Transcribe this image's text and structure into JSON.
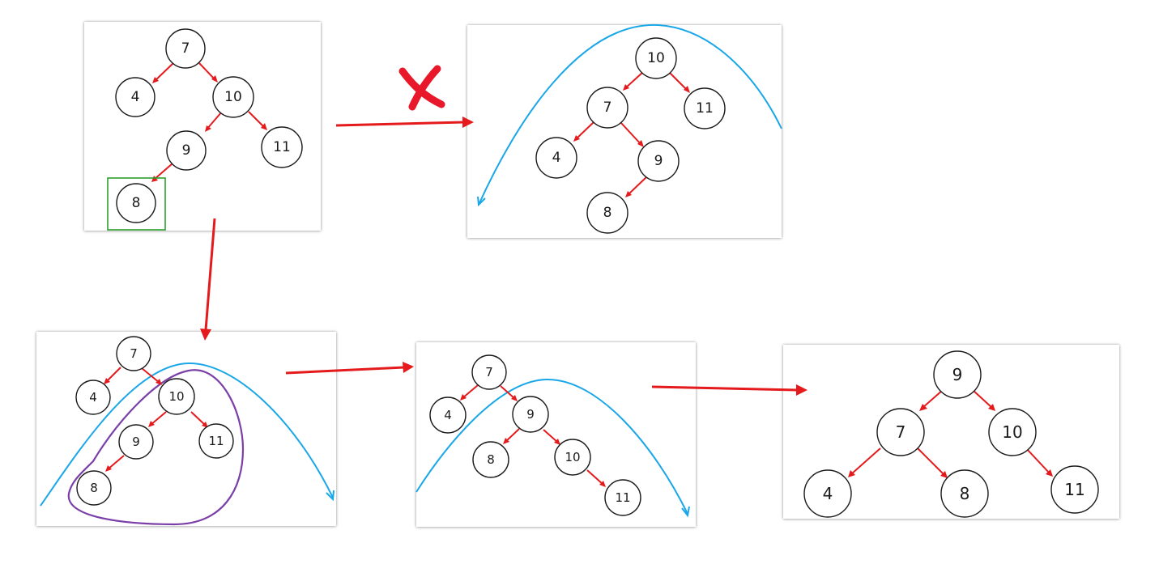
{
  "colors": {
    "edge": "#e41a1c",
    "rotation_curve": "#1aa7e8",
    "subtree_outline": "#7b3fa8",
    "highlight_box": "#2ca02c",
    "reject_mark": "#e8172a",
    "node_stroke": "#1a1a1a"
  },
  "panels": [
    {
      "id": "step-1-initial-tree",
      "nodes": [
        "7",
        "4",
        "10",
        "9",
        "11",
        "8"
      ],
      "edges": [
        [
          "7",
          "4"
        ],
        [
          "7",
          "10"
        ],
        [
          "10",
          "9"
        ],
        [
          "10",
          "11"
        ],
        [
          "9",
          "8"
        ]
      ],
      "highlighted_node": "8"
    },
    {
      "id": "rejected-single-rotation",
      "nodes": [
        "10",
        "7",
        "11",
        "4",
        "9",
        "8"
      ],
      "edges": [
        [
          "10",
          "7"
        ],
        [
          "10",
          "11"
        ],
        [
          "7",
          "4"
        ],
        [
          "7",
          "9"
        ],
        [
          "9",
          "8"
        ]
      ]
    },
    {
      "id": "step-2-subtree-right-rotation",
      "nodes": [
        "7",
        "4",
        "10",
        "9",
        "11",
        "8"
      ],
      "edges": [
        [
          "7",
          "4"
        ],
        [
          "7",
          "10"
        ],
        [
          "10",
          "9"
        ],
        [
          "10",
          "11"
        ],
        [
          "9",
          "8"
        ]
      ]
    },
    {
      "id": "step-3-left-rotation",
      "nodes": [
        "7",
        "4",
        "9",
        "8",
        "10",
        "11"
      ],
      "edges": [
        [
          "7",
          "4"
        ],
        [
          "7",
          "9"
        ],
        [
          "9",
          "8"
        ],
        [
          "9",
          "10"
        ],
        [
          "10",
          "11"
        ]
      ]
    },
    {
      "id": "step-4-balanced-tree",
      "nodes": [
        "9",
        "7",
        "10",
        "4",
        "8",
        "11"
      ],
      "edges": [
        [
          "9",
          "7"
        ],
        [
          "9",
          "10"
        ],
        [
          "7",
          "4"
        ],
        [
          "7",
          "8"
        ],
        [
          "10",
          "11"
        ]
      ]
    }
  ]
}
